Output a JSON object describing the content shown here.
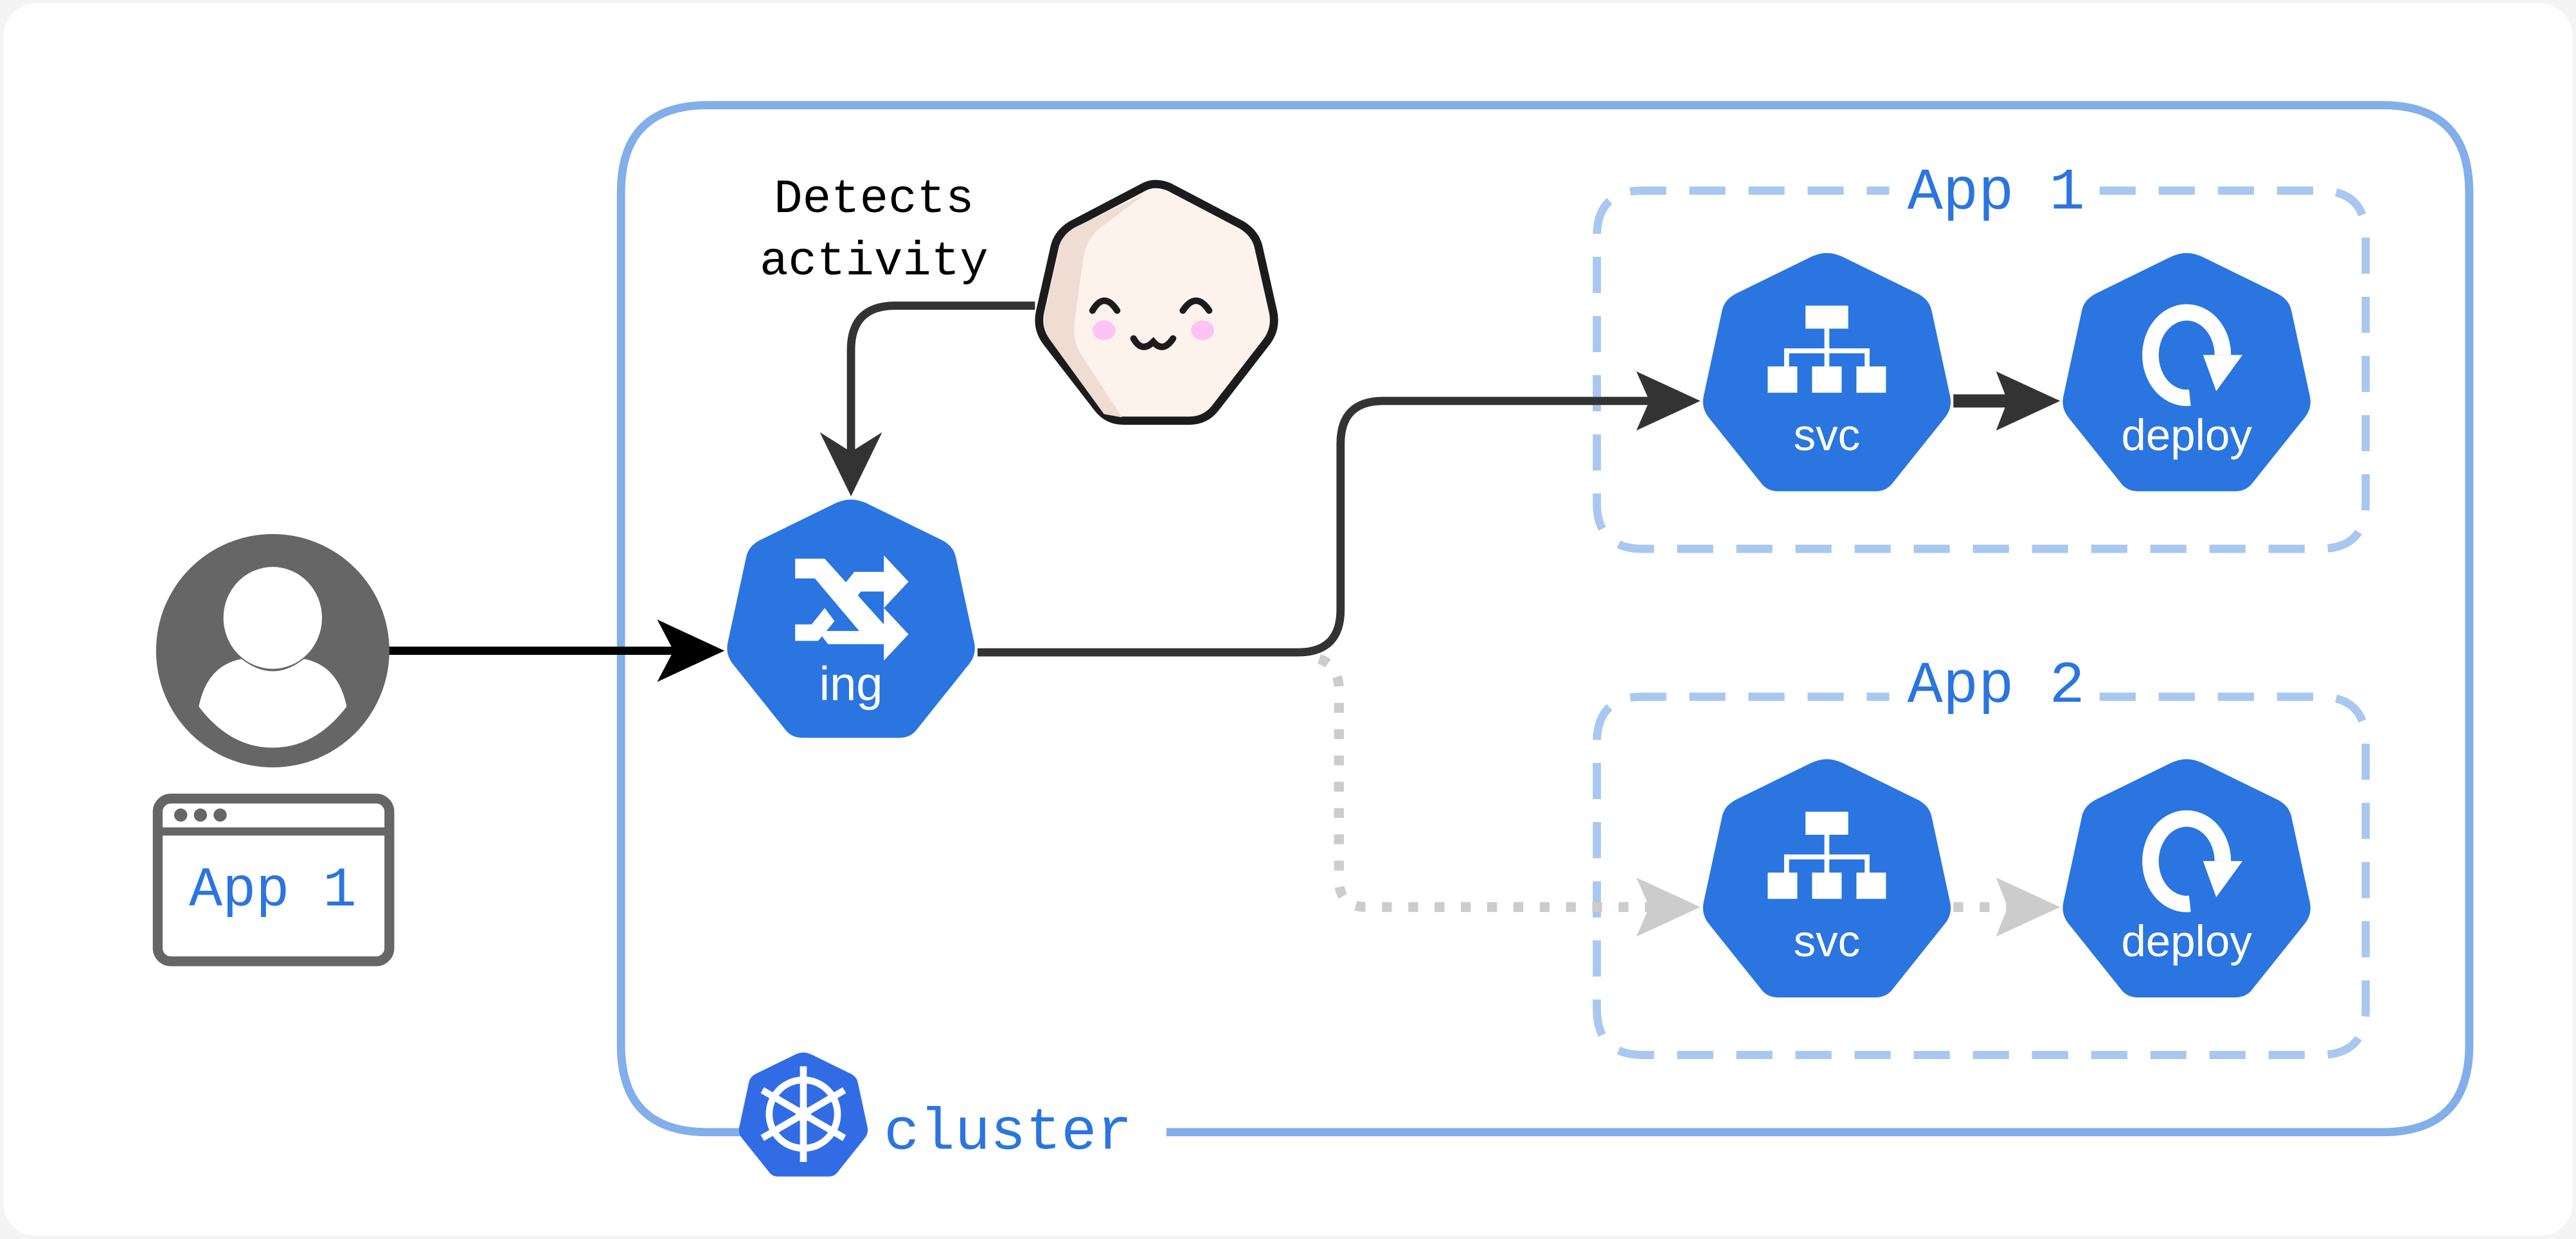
{
  "colors": {
    "k8s_blue": "#2a75e0",
    "cluster_border": "#82aeea",
    "app_group_border": "#a8c8f0",
    "label_blue": "#2a75e0",
    "arrow_dark": "#333333",
    "arrow_black": "#000000",
    "arrow_inactive": "#cccccc",
    "user_gray": "#666666",
    "mascot_fill": "#fdf3ec",
    "mascot_shade": "#efdcd3",
    "mascot_cheek": "#fcc3f5"
  },
  "user": {
    "icon": "user-avatar-icon",
    "browser_label": "App 1",
    "browser_icon": "browser-window-icon"
  },
  "annotation": {
    "line1": "Detects",
    "line2": "activity",
    "mascot_icon": "smiling-mascot-icon"
  },
  "cluster": {
    "label": "cluster",
    "icon": "kubernetes-helm-icon"
  },
  "ingress": {
    "label": "ing",
    "icon": "shuffle-arrows-icon"
  },
  "apps": [
    {
      "title": "App 1",
      "state": "active",
      "service": {
        "label": "svc",
        "icon": "network-tree-icon"
      },
      "deployment": {
        "label": "deploy",
        "icon": "rotate-arrow-icon"
      }
    },
    {
      "title": "App 2",
      "state": "inactive",
      "service": {
        "label": "svc",
        "icon": "network-tree-icon"
      },
      "deployment": {
        "label": "deploy",
        "icon": "rotate-arrow-icon"
      }
    }
  ],
  "edges": [
    {
      "from": "user",
      "to": "ingress",
      "style": "solid"
    },
    {
      "from": "mascot",
      "to": "ingress",
      "style": "solid"
    },
    {
      "from": "ingress",
      "to": "App 1 svc",
      "style": "solid"
    },
    {
      "from": "App 1 svc",
      "to": "App 1 deploy",
      "style": "solid"
    },
    {
      "from": "ingress",
      "to": "App 2 svc",
      "style": "dotted"
    },
    {
      "from": "App 2 svc",
      "to": "App 2 deploy",
      "style": "dotted"
    }
  ]
}
